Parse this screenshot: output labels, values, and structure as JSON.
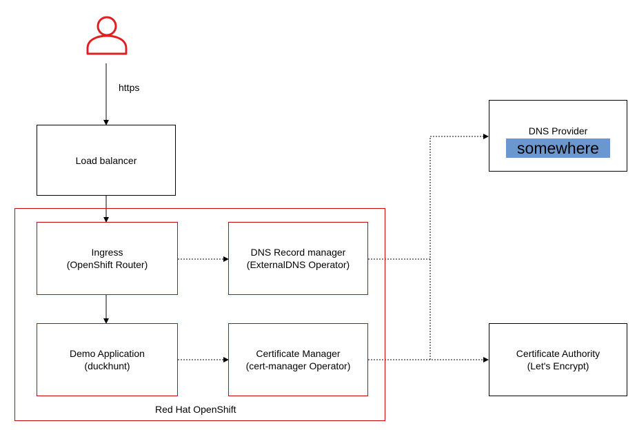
{
  "user_icon": {
    "icon": "user-icon",
    "color": "#e02020"
  },
  "edge_labels": {
    "https": "https"
  },
  "nodes": {
    "load_balancer": {
      "line1": "Load balancer"
    },
    "ingress": {
      "line1": "Ingress",
      "line2": "(OpenShift Router)"
    },
    "dns_record_manager": {
      "line1": "DNS Record manager",
      "line2": "(ExternalDNS Operator)"
    },
    "demo_application": {
      "line1": "Demo Application",
      "line2": "(duckhunt)"
    },
    "certificate_manager": {
      "line1": "Certificate Manager",
      "line2": "(cert-manager Operator)"
    },
    "dns_provider": {
      "line1": "DNS Provider",
      "highlight": "somewhere"
    },
    "certificate_authority": {
      "line1": "Certificate Authority",
      "line2": "(Let's Encrypt)"
    }
  },
  "cluster": {
    "label": "Red Hat OpenShift",
    "border_color": "#cc0000"
  },
  "colors": {
    "red_border": "#cc0000",
    "highlight": "#6b97cf"
  }
}
